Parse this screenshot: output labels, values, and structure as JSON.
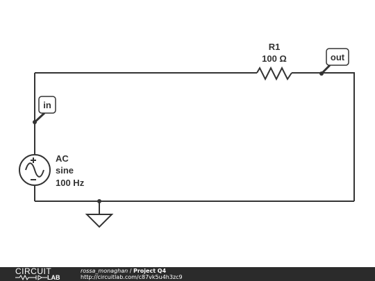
{
  "schematic": {
    "resistor": {
      "name": "R1",
      "value": "100 Ω"
    },
    "source": {
      "line1": "AC",
      "line2": "sine",
      "line3": "100 Hz"
    },
    "labels": {
      "in": "in",
      "out": "out"
    }
  },
  "footer": {
    "logo_top": "CIRCUIT",
    "logo_bottom": "LAB",
    "user": "rossa_monaghan",
    "separator": " / ",
    "project": "Project Q4",
    "url": "http://circuitlab.com/c87vk5u4h3zc9"
  },
  "colors": {
    "wire": "#333333",
    "footer_bg": "#2b2b2b"
  }
}
